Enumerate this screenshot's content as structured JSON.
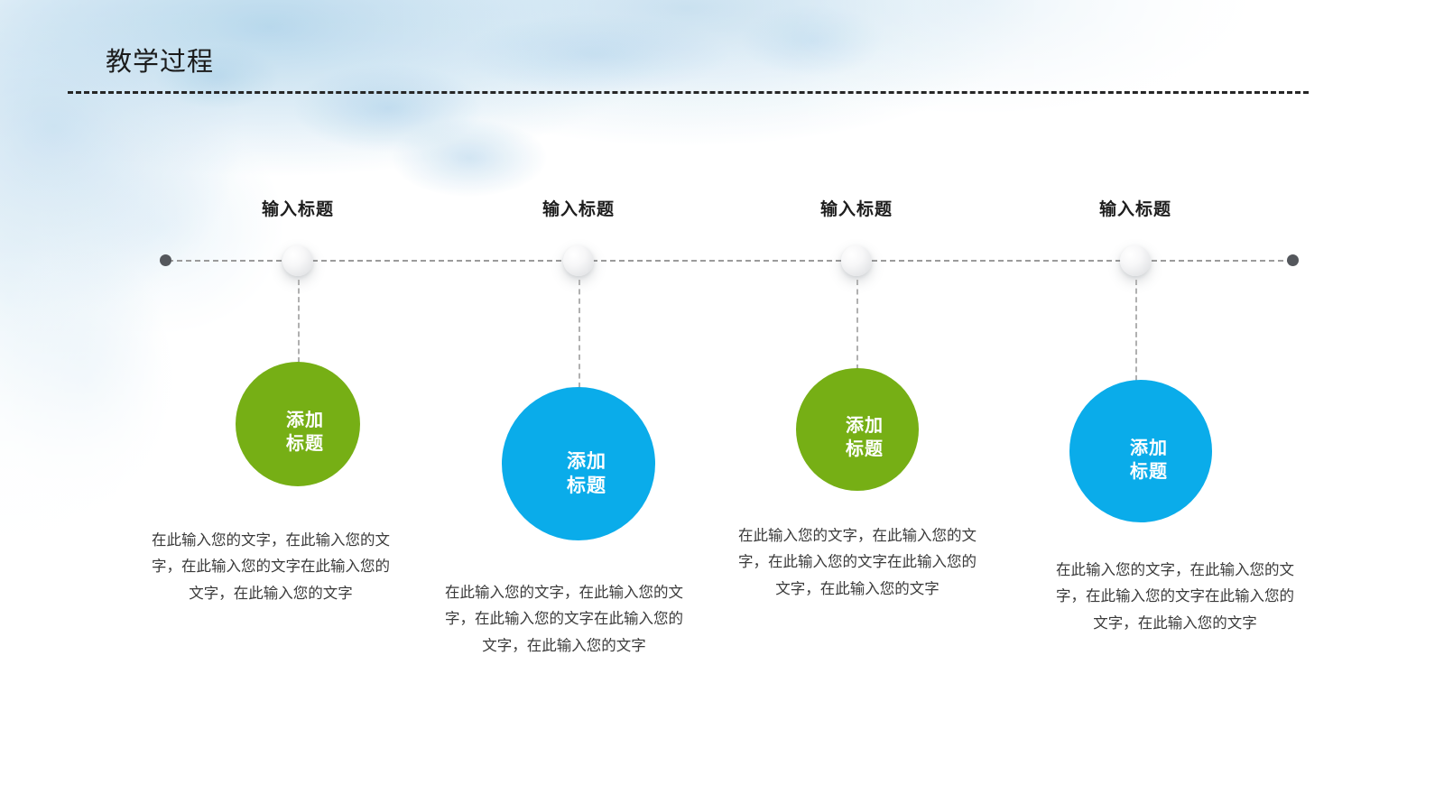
{
  "slide": {
    "title": "教学过程",
    "background_tint": "#b9d8ec"
  },
  "timeline": {
    "axis_color": "#9b9b9b",
    "cap_color": "#54575c",
    "node_color": "#eceef0"
  },
  "steps": [
    {
      "title": "输入标题",
      "bubble_label": "添加\n标题",
      "bubble_color": "#76AF15",
      "description": "在此输入您的文字，在此输入您的文字，在此输入您的文字在此输入您的文字，在此输入您的文字"
    },
    {
      "title": "输入标题",
      "bubble_label": "添加\n标题",
      "bubble_color": "#0AACEA",
      "description": "在此输入您的文字，在此输入您的文字，在此输入您的文字在此输入您的文字，在此输入您的文字"
    },
    {
      "title": "输入标题",
      "bubble_label": "添加\n标题",
      "bubble_color": "#76AF15",
      "description": "在此输入您的文字，在此输入您的文字，在此输入您的文字在此输入您的文字，在此输入您的文字"
    },
    {
      "title": "输入标题",
      "bubble_label": "添加\n标题",
      "bubble_color": "#0AACEA",
      "description": "在此输入您的文字，在此输入您的文字，在此输入您的文字在此输入您的文字，在此输入您的文字"
    }
  ]
}
